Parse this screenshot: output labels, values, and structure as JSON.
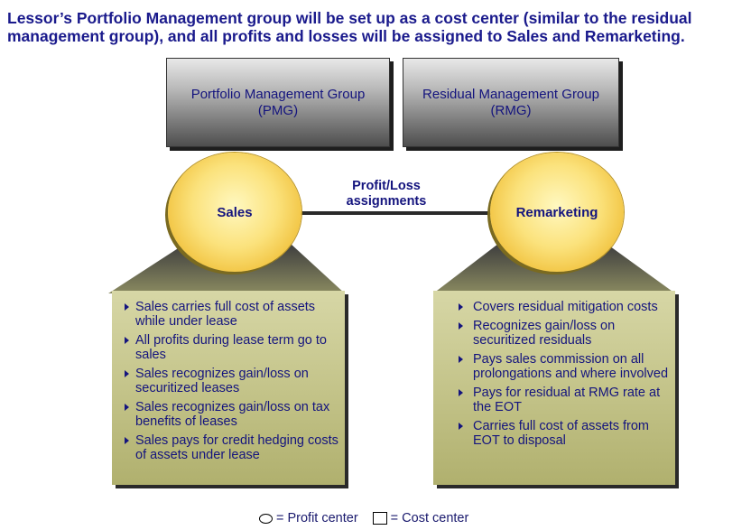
{
  "title": "Lessor’s  Portfolio Management group will be set up as a cost center (similar to the residual management group), and all profits and losses will be assigned to Sales and Remarketing.",
  "pmg": {
    "line1": "Portfolio Management Group",
    "line2": "(PMG)"
  },
  "rmg": {
    "line1": "Residual Management Group",
    "line2": "(RMG)"
  },
  "connector_label": {
    "line1": "Profit/Loss",
    "line2": "assignments"
  },
  "sales": {
    "label": "Sales",
    "items": [
      "Sales carries full cost of assets while under lease",
      "All profits during lease term go to sales",
      "Sales recognizes gain/loss on securitized leases",
      "Sales recognizes gain/loss on tax benefits of leases",
      "Sales pays for credit hedging costs of assets under lease"
    ]
  },
  "remarketing": {
    "label": "Remarketing",
    "items": [
      "Covers residual mitigation costs",
      "Recognizes gain/loss on securitized residuals",
      "Pays sales commission on all prolongations and where involved",
      "Pays for residual at RMG rate at the EOT",
      "Carries full cost of assets from EOT to disposal"
    ]
  },
  "legend": {
    "profit_center": "= Profit center",
    "cost_center": "= Cost center"
  },
  "colors": {
    "text": "#14147e",
    "circle": "#fbe27c",
    "panel": "#c4c48a",
    "box": "#8a8a8a"
  }
}
